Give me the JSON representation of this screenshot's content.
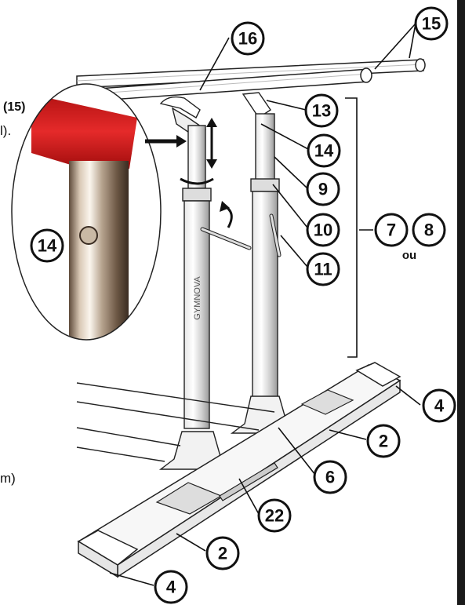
{
  "edge_texts": {
    "ref_15": "(15)",
    "paren_fragment": "l).",
    "unit_fragment": "m)"
  },
  "callouts": {
    "c16": "16",
    "c15": "15",
    "c13": "13",
    "c14": "14",
    "c9": "9",
    "c10": "10",
    "c11": "11",
    "c7": "7",
    "c8": "8",
    "ou": "ou",
    "c14_zoom": "14",
    "c4_right": "4",
    "c2_right": "2",
    "c6": "6",
    "c22": "22",
    "c2_left": "2",
    "c4_left": "4"
  },
  "brand_text": "GYMNOVA",
  "colors": {
    "red_sleeve": "#d81e1e",
    "chrome": "#b9b9b9",
    "sidebar": "#1a1a1a"
  }
}
